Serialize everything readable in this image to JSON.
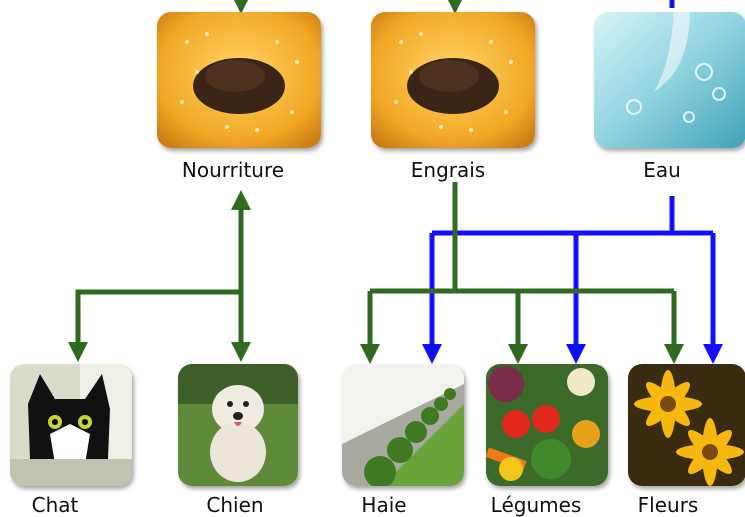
{
  "colors": {
    "feeding_arrow": "#2e6a1f",
    "water_arrow": "#1010ff"
  },
  "nodes": {
    "nourriture": {
      "label": "Nourriture",
      "icon": "soil-pile-icon"
    },
    "engrais": {
      "label": "Engrais",
      "icon": "soil-pile-icon"
    },
    "eau": {
      "label": "Eau",
      "icon": "water-splash-icon"
    },
    "chat": {
      "label": "Chat",
      "icon": "cat-photo"
    },
    "chien": {
      "label": "Chien",
      "icon": "dog-photo"
    },
    "haie": {
      "label": "Haie",
      "icon": "hedge-photo"
    },
    "legumes": {
      "label": "Légumes",
      "icon": "vegetables-photo"
    },
    "fleurs": {
      "label": "Fleurs",
      "icon": "flowers-photo"
    }
  },
  "edges": [
    {
      "from": "nourriture",
      "to": "chat",
      "color": "feeding_arrow"
    },
    {
      "from": "chien",
      "to": "nourriture",
      "color": "feeding_arrow"
    },
    {
      "from": "engrais",
      "to": "haie",
      "color": "feeding_arrow"
    },
    {
      "from": "engrais",
      "to": "legumes",
      "color": "feeding_arrow"
    },
    {
      "from": "engrais",
      "to": "fleurs",
      "color": "feeding_arrow"
    },
    {
      "from": "eau",
      "to": "haie",
      "color": "water_arrow"
    },
    {
      "from": "eau",
      "to": "legumes",
      "color": "water_arrow"
    },
    {
      "from": "eau",
      "to": "fleurs",
      "color": "water_arrow"
    }
  ]
}
